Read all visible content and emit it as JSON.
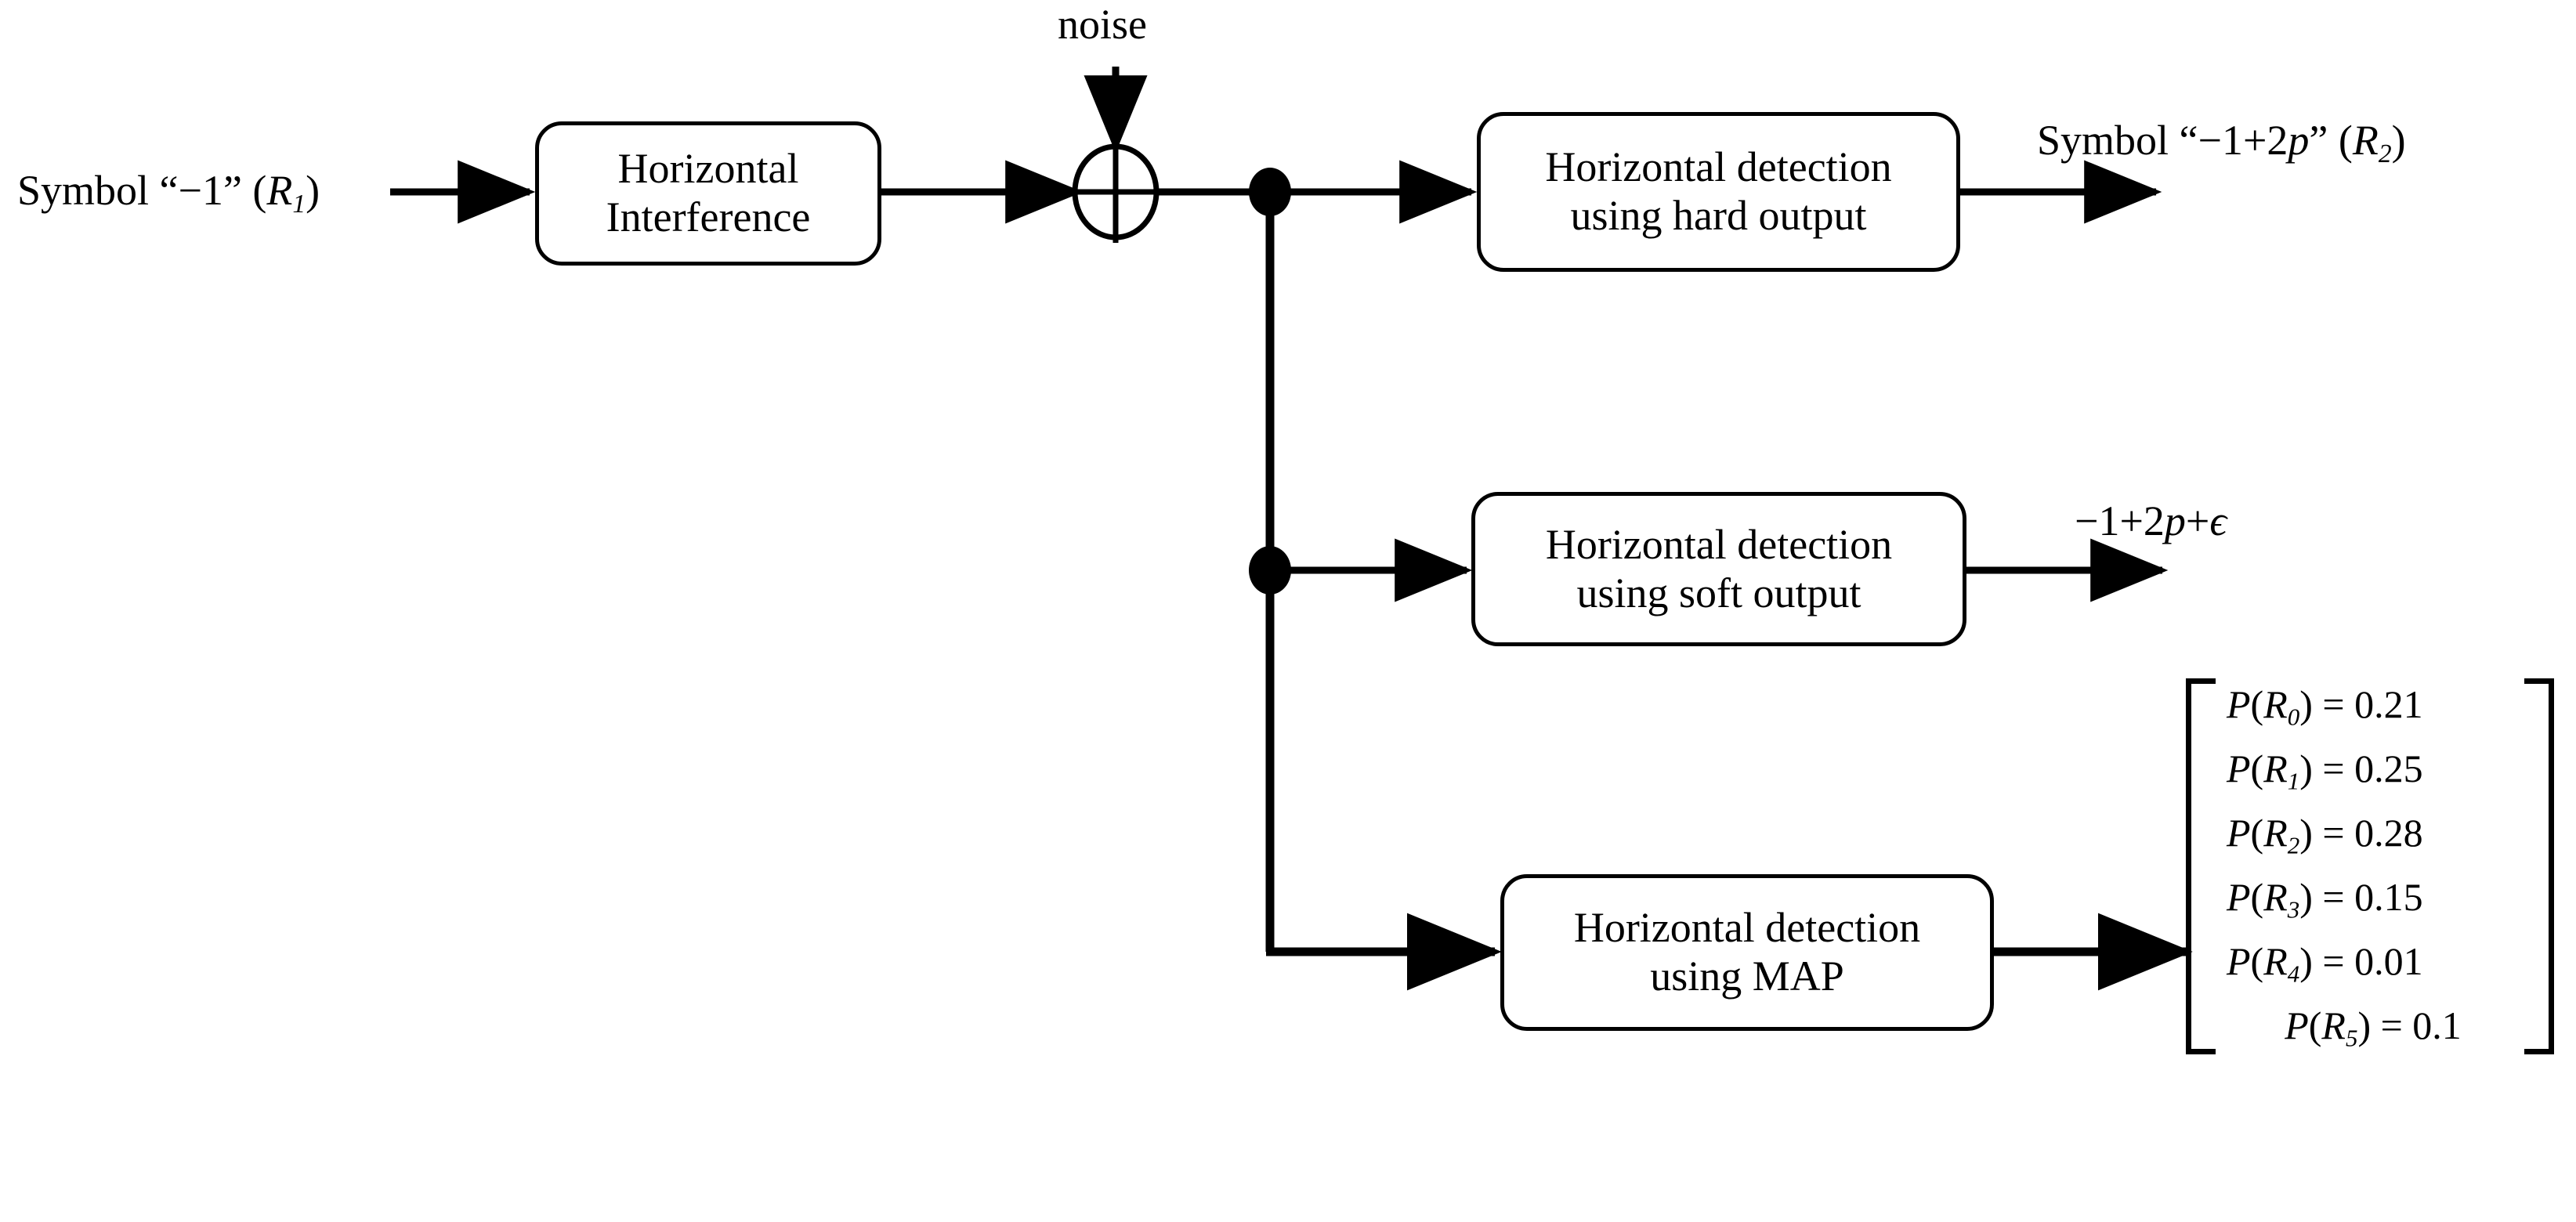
{
  "diagram": {
    "title": "Horizontal detection block diagram",
    "line_color": "#000000",
    "background_color": "#ffffff",
    "input": {
      "label_plain": "Symbol “−1” (R1)",
      "prefix": "Symbol “−1” (",
      "var": "R",
      "sub": "1",
      "suffix": ")"
    },
    "noise": {
      "label": "noise"
    },
    "adder": {
      "name": "summing-junction",
      "glyph": "⊕"
    },
    "blocks": [
      {
        "id": "interference",
        "line1": "Horizontal",
        "line2": "Interference"
      },
      {
        "id": "hard",
        "line1": "Horizontal detection",
        "line2": "using hard output"
      },
      {
        "id": "soft",
        "line1": "Horizontal detection",
        "line2": "using soft output"
      },
      {
        "id": "map",
        "line1": "Horizontal detection",
        "line2": "using MAP"
      }
    ],
    "outputs": {
      "hard": {
        "label_plain": "Symbol “−1+2p” (R2)",
        "prefix": "Symbol “−1+2",
        "italic": "p",
        "mid": "” (",
        "var": "R",
        "sub": "2",
        "suffix": ")"
      },
      "soft": {
        "label_plain": "−1+2p+ϵ",
        "prefix": "−1+2",
        "italic": "p",
        "tail": "+",
        "epsilon": "ϵ"
      }
    },
    "matrix": {
      "bracket": "square",
      "rows": [
        {
          "fn": "P",
          "var": "R",
          "sub": "0",
          "eq": "=",
          "value": "0.21"
        },
        {
          "fn": "P",
          "var": "R",
          "sub": "1",
          "eq": "=",
          "value": "0.25"
        },
        {
          "fn": "P",
          "var": "R",
          "sub": "2",
          "eq": "=",
          "value": "0.28"
        },
        {
          "fn": "P",
          "var": "R",
          "sub": "3",
          "eq": "=",
          "value": "0.15"
        },
        {
          "fn": "P",
          "var": "R",
          "sub": "4",
          "eq": "=",
          "value": "0.01"
        },
        {
          "fn": "P",
          "var": "R",
          "sub": "5",
          "eq": "=",
          "value": "0.1"
        }
      ]
    }
  }
}
